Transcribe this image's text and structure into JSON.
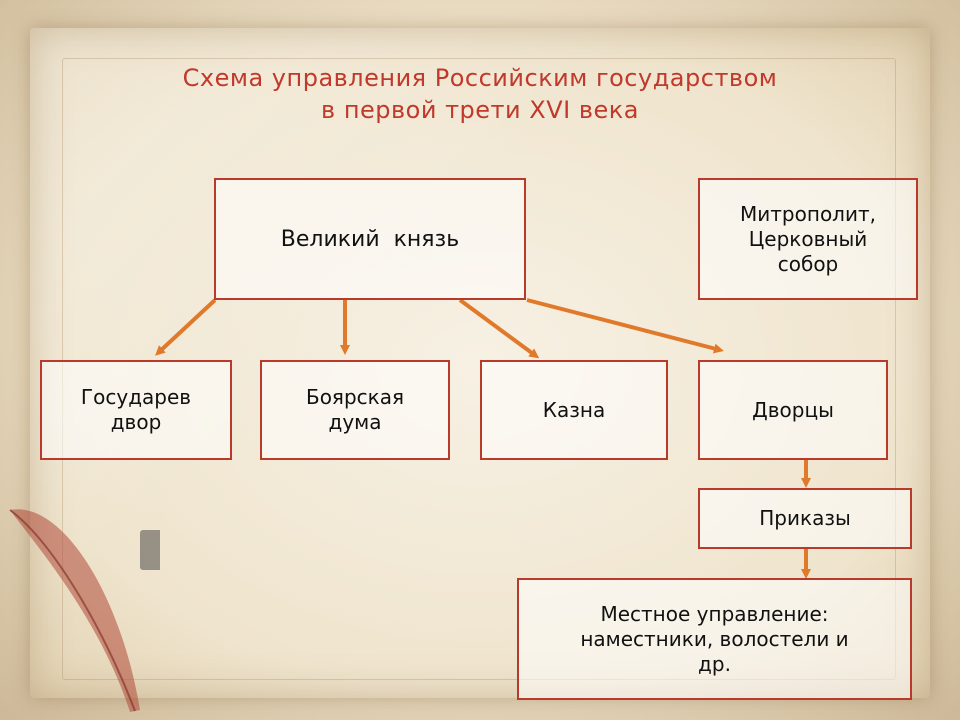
{
  "title": {
    "line1": "Схема управления Российским государством",
    "line2": "в первой трети XVI века"
  },
  "nodes": {
    "grand_prince": "Великий  князь",
    "metropolitan": [
      "Митрополит,",
      "Церковный",
      "собор"
    ],
    "sovereign_court": [
      "Государев",
      "двор"
    ],
    "boyar_duma": [
      "Боярская",
      "дума"
    ],
    "treasury": "Казна",
    "palaces": "Дворцы",
    "prikazy": "Приказы",
    "local_government": [
      "Местное управление:",
      "наместники, волостели и",
      "др."
    ]
  },
  "colors": {
    "title": "#c0392b",
    "box_border": "#b83a2a",
    "arrow": "#e07a2a"
  },
  "icons": {
    "decoration": "quill-and-inkwell-icon"
  }
}
